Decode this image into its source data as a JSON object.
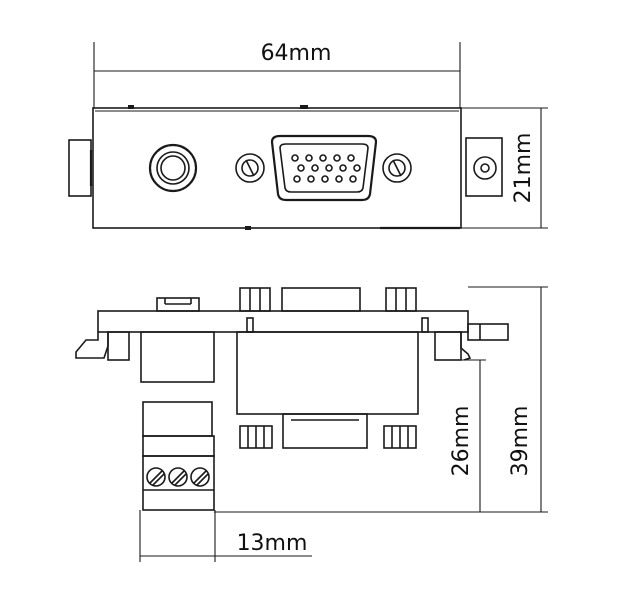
{
  "dimensions": {
    "width_top": "64mm",
    "height_top": "21mm",
    "height_inner": "26mm",
    "height_total": "39mm",
    "depth_terminal": "13mm"
  },
  "colors": {
    "line": "#1a1a1a",
    "background": "#ffffff"
  }
}
